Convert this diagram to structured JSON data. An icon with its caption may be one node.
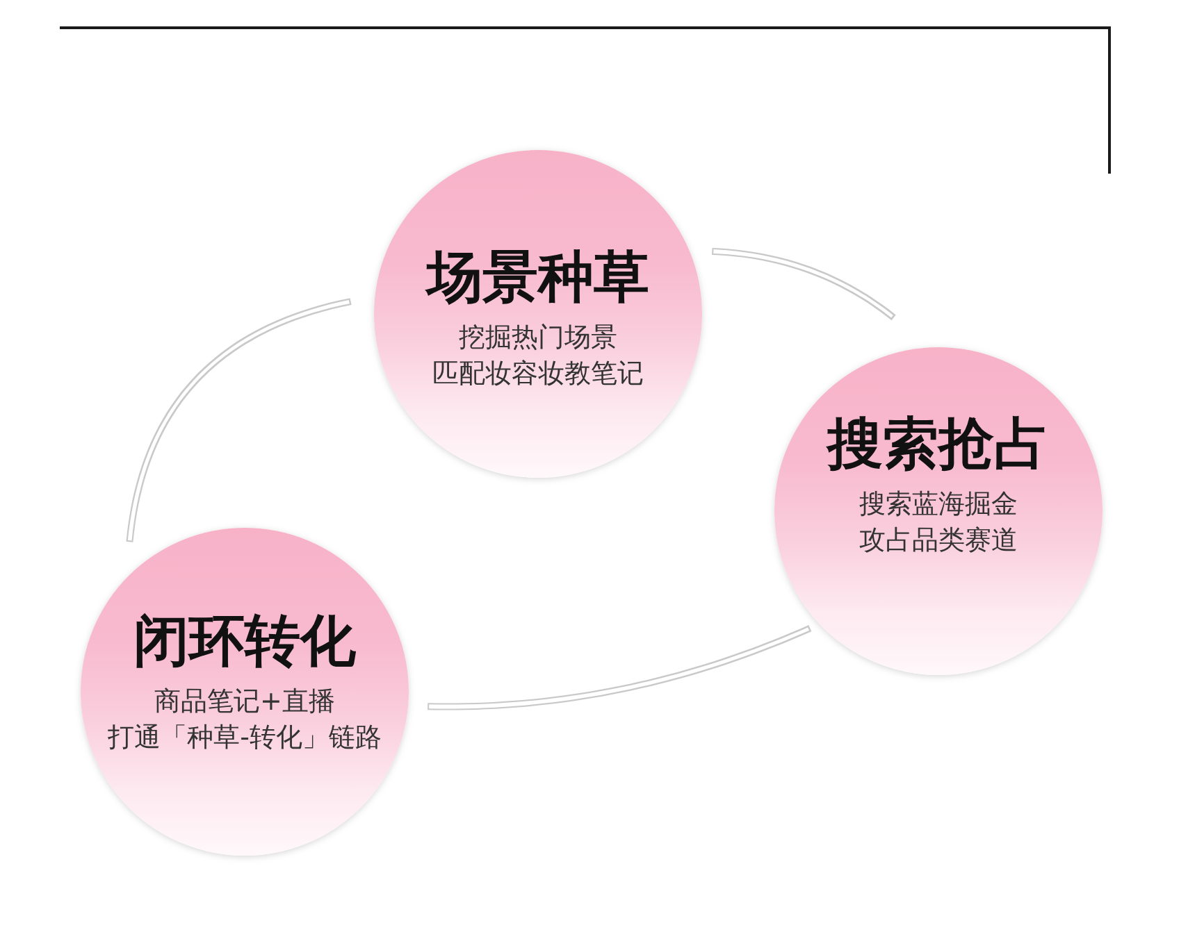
{
  "diagram": {
    "nodes": [
      {
        "text": [
          "场景种草",
          "挖掘热门场景",
          "匹配妆容妆教笔记"
        ]
      },
      {
        "text": [
          "搜索抢占",
          "搜索蓝海掘金",
          "攻占品类赛道"
        ]
      },
      {
        "text": [
          "闭环转化",
          "商品笔记+直播",
          "打通「种草-转化」链路"
        ]
      }
    ],
    "edges": [
      {
        "from": 0,
        "to": 1,
        "arrow": "none"
      },
      {
        "from": 1,
        "to": 2,
        "arrow": "none"
      },
      {
        "from": 2,
        "to": 0,
        "arrow": "none"
      }
    ]
  }
}
